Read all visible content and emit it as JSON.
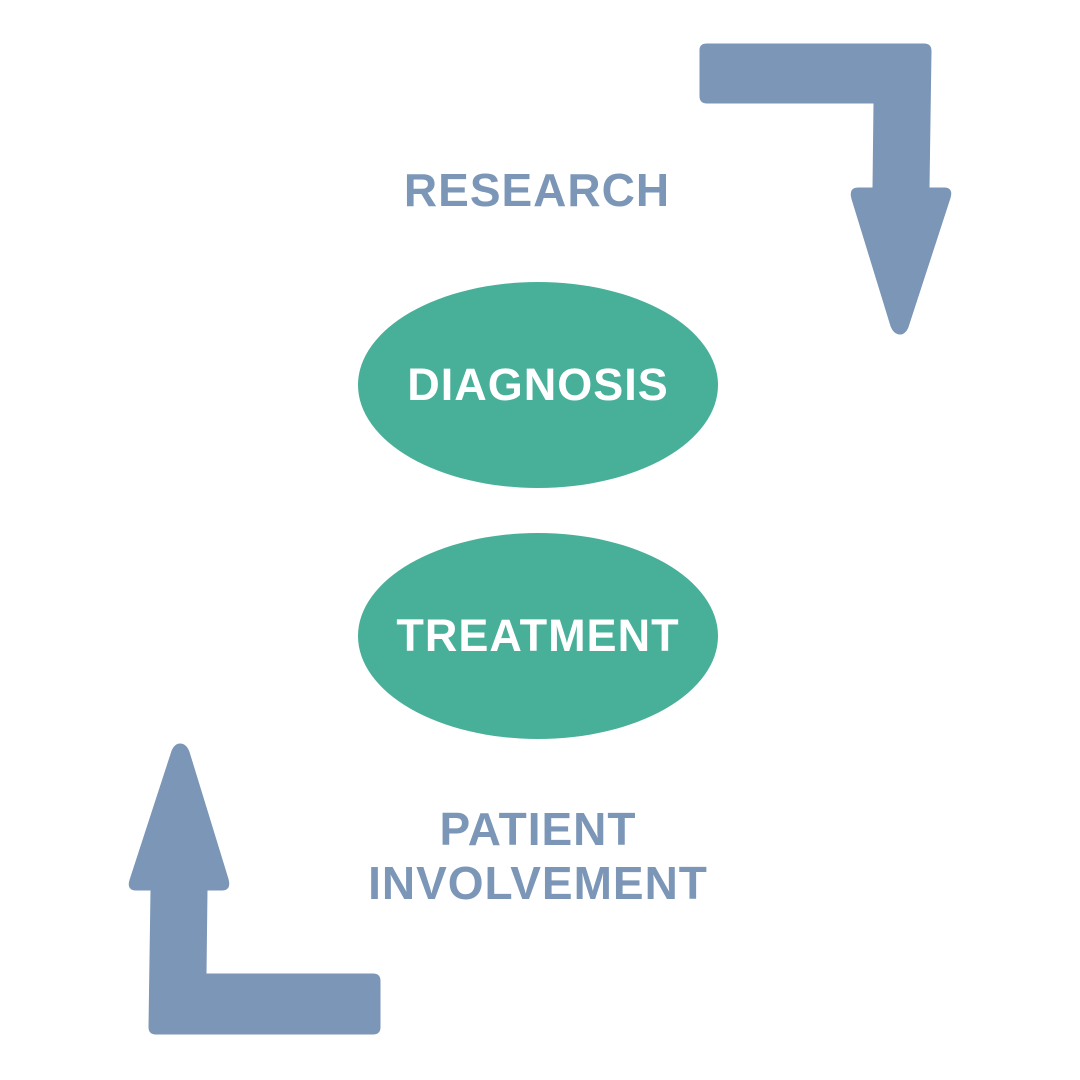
{
  "colors": {
    "arrow": "#7B96B7",
    "oval": "#48AF99",
    "label": "#7B96B7",
    "oval_text": "#FFFFFF"
  },
  "labels": {
    "top": "RESEARCH",
    "bottom_line1": "PATIENT",
    "bottom_line2": "INVOLVEMENT"
  },
  "ovals": {
    "first": "DIAGNOSIS",
    "second": "TREATMENT"
  }
}
